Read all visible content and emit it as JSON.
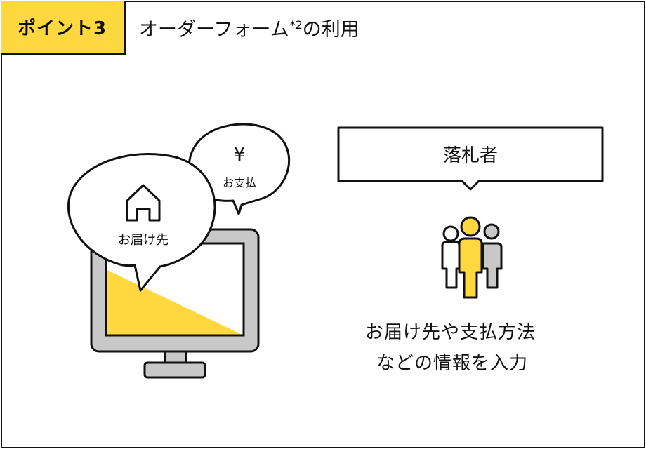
{
  "badge": {
    "label": "ポイント3"
  },
  "heading": {
    "text": "オーダーフォーム",
    "marker": "*2",
    "suffix": "の利用"
  },
  "bubble_home": {
    "label": "お届け先"
  },
  "bubble_pay": {
    "symbol": "¥",
    "label": "お支払"
  },
  "callout": {
    "label": "落札者"
  },
  "description": {
    "line1": "お届け先や支払方法",
    "line2": "などの情報を入力"
  },
  "colors": {
    "accent": "#ffd83f",
    "gray": "#c8c8c8",
    "stroke": "#111111"
  }
}
